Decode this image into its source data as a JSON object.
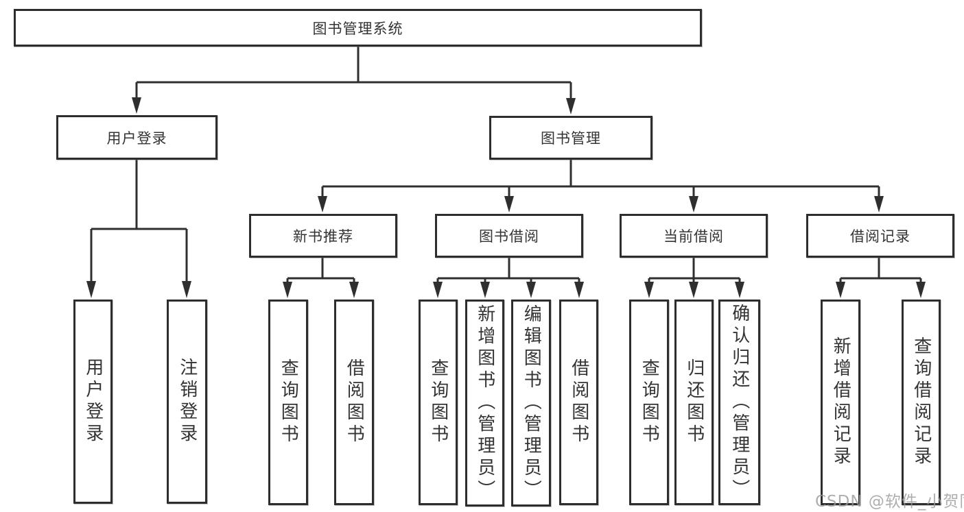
{
  "diagram": {
    "root": {
      "label": "图书管理系统"
    },
    "branches": [
      {
        "label": "用户登录",
        "children": [
          {
            "label": "用户登录"
          },
          {
            "label": "注销登录"
          }
        ]
      },
      {
        "label": "图书管理",
        "children": [
          {
            "label": "新书推荐",
            "children": [
              {
                "label": "查询图书"
              },
              {
                "label": "借阅图书"
              }
            ]
          },
          {
            "label": "图书借阅",
            "children": [
              {
                "label": "查询图书"
              },
              {
                "label": "新增图书（管理员）"
              },
              {
                "label": "编辑图书（管理员）"
              },
              {
                "label": "借阅图书"
              }
            ]
          },
          {
            "label": "当前借阅",
            "children": [
              {
                "label": "查询图书"
              },
              {
                "label": "归还图书"
              },
              {
                "label": "确认归还（管理员）"
              }
            ]
          },
          {
            "label": "借阅记录",
            "children": [
              {
                "label": "新增借阅记录"
              },
              {
                "label": "查询借阅记录"
              }
            ]
          }
        ]
      }
    ]
  },
  "watermark": {
    "text": "CSDN @软件_小贺同学"
  },
  "colors": {
    "line": "#2f2f2f",
    "border": "#2d2d2d",
    "text": "#333333",
    "watermark": "#9a9a9a",
    "background": "#ffffff"
  }
}
